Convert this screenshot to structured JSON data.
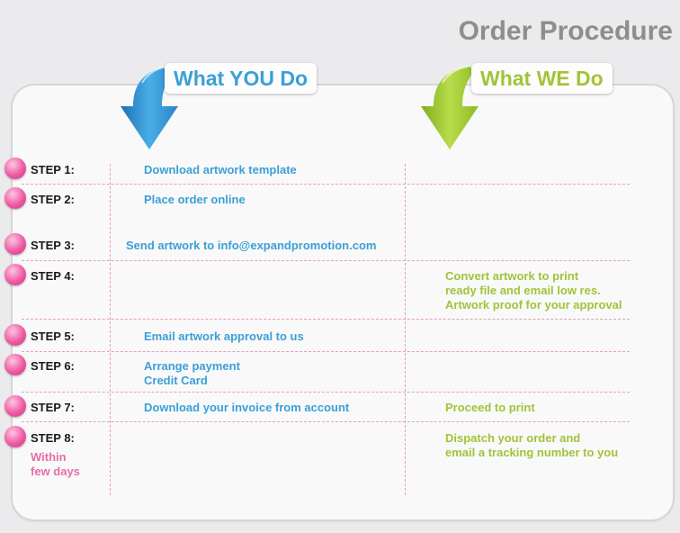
{
  "title": "Order Procedure",
  "headers": {
    "you": "What YOU Do",
    "we": "What WE Do"
  },
  "colors": {
    "you": "#3b9fd7",
    "we": "#a2c339",
    "step_dot": "#ef5aa4",
    "title": "#8e8e8e",
    "grid": "#e6a0ba"
  },
  "icons": {
    "you": "down-arrow-icon",
    "we": "down-arrow-icon",
    "step": "circle-bullet-icon"
  },
  "steps": [
    {
      "label": "STEP 1:",
      "you": [
        "Download artwork template"
      ],
      "we": []
    },
    {
      "label": "STEP 2:",
      "you": [
        "Place order online"
      ],
      "we": []
    },
    {
      "label": "STEP 3:",
      "you": [
        "Send artwork to info@expandpromotion.com"
      ],
      "we": []
    },
    {
      "label": "STEP 4:",
      "you": [],
      "we": [
        "Convert artwork to print",
        "ready file and email low res.",
        "Artwork proof for your approval"
      ]
    },
    {
      "label": "STEP 5:",
      "you": [
        "Email artwork approval to us"
      ],
      "we": []
    },
    {
      "label": "STEP 6:",
      "you": [
        "Arrange payment",
        "Credit Card"
      ],
      "we": []
    },
    {
      "label": "STEP 7:",
      "you": [
        "Download your invoice from account"
      ],
      "we": [
        "Proceed to print"
      ]
    },
    {
      "label": "STEP 8:",
      "note": [
        "Within",
        "few days"
      ],
      "you": [],
      "we": [
        "Dispatch your order and",
        "email a tracking number to you"
      ]
    }
  ]
}
